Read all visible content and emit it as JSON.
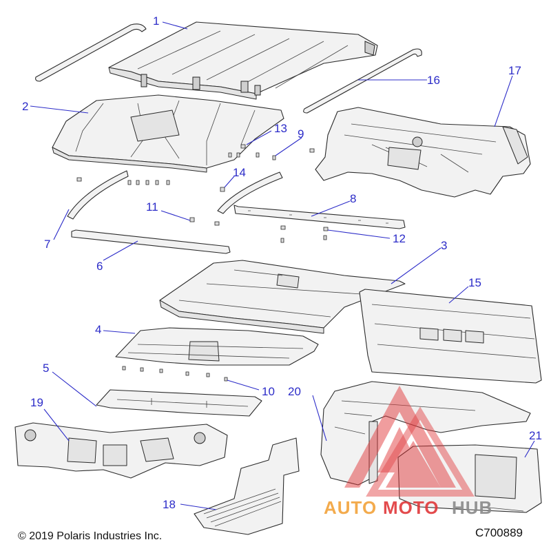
{
  "diagram": {
    "callouts": [
      {
        "id": "1",
        "text": "1"
      },
      {
        "id": "2",
        "text": "2"
      },
      {
        "id": "3",
        "text": "3"
      },
      {
        "id": "4",
        "text": "4"
      },
      {
        "id": "5",
        "text": "5"
      },
      {
        "id": "6",
        "text": "6"
      },
      {
        "id": "7",
        "text": "7"
      },
      {
        "id": "8",
        "text": "8"
      },
      {
        "id": "9",
        "text": "9"
      },
      {
        "id": "10",
        "text": "10"
      },
      {
        "id": "11",
        "text": "11"
      },
      {
        "id": "12",
        "text": "12"
      },
      {
        "id": "13",
        "text": "13"
      },
      {
        "id": "14",
        "text": "14"
      },
      {
        "id": "15",
        "text": "15"
      },
      {
        "id": "16",
        "text": "16"
      },
      {
        "id": "17",
        "text": "17"
      },
      {
        "id": "18",
        "text": "18"
      },
      {
        "id": "19",
        "text": "19"
      },
      {
        "id": "20",
        "text": "20"
      },
      {
        "id": "21",
        "text": "21"
      }
    ],
    "callout_color": "#2b2bc8"
  },
  "watermark": {
    "part1": "AUTO",
    "part2": "MOTO",
    "part3": "HUB",
    "color_orange": "#f2a23a",
    "color_red": "#e0383a",
    "color_gray": "#8a8a8a"
  },
  "footer": {
    "copyright": "© 2019 Polaris Industries Inc.",
    "code": "C700889"
  }
}
